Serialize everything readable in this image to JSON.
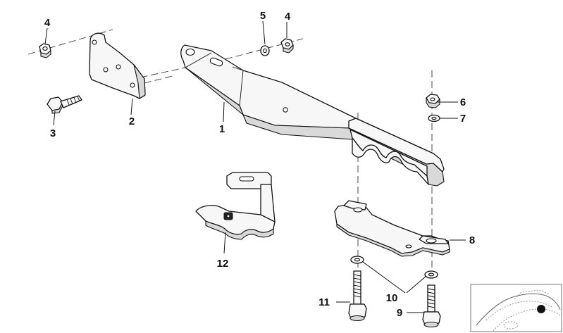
{
  "callouts": [
    {
      "id": "part-1",
      "label": "1"
    },
    {
      "id": "part-2",
      "label": "2"
    },
    {
      "id": "part-3",
      "label": "3"
    },
    {
      "id": "part-4a",
      "label": "4"
    },
    {
      "id": "part-4b",
      "label": "4"
    },
    {
      "id": "part-5",
      "label": "5"
    },
    {
      "id": "part-6",
      "label": "6"
    },
    {
      "id": "part-7",
      "label": "7"
    },
    {
      "id": "part-8",
      "label": "8"
    },
    {
      "id": "part-9",
      "label": "9"
    },
    {
      "id": "part-10",
      "label": "10"
    },
    {
      "id": "part-11",
      "label": "11"
    },
    {
      "id": "part-12",
      "label": "12"
    }
  ],
  "thumbnail": {
    "icon": "car-location-icon",
    "marker_color": "#111111"
  }
}
